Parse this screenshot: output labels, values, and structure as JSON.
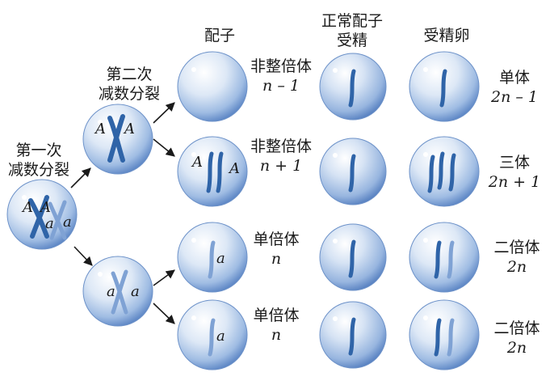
{
  "headers": {
    "gamete": "配子",
    "normal_gamete": "正常配子",
    "fertilize": "受精",
    "zygote": "受精卵"
  },
  "meiosis1": {
    "line1": "第一次",
    "line2": "减数分裂"
  },
  "meiosis2": {
    "line1": "第二次",
    "line2": "减数分裂"
  },
  "alleles": {
    "big": "A",
    "small": "a"
  },
  "rows": [
    {
      "gamete_type": "非整倍体",
      "gamete_formula": "n – 1",
      "result": "单体",
      "result_formula": "2n – 1"
    },
    {
      "gamete_type": "非整倍体",
      "gamete_formula": "n + 1",
      "result": "三体",
      "result_formula": "2n + 1"
    },
    {
      "gamete_type": "单倍体",
      "gamete_formula": "n",
      "result": "二倍体",
      "result_formula": "2n"
    },
    {
      "gamete_type": "单倍体",
      "gamete_formula": "n",
      "result": "二倍体",
      "result_formula": "2n"
    }
  ],
  "colors": {
    "cell_light": "#eef4fb",
    "cell_dark": "#6f96d0",
    "chromosome": "#2f64a8",
    "chromosome_light": "#7fa2d4"
  }
}
